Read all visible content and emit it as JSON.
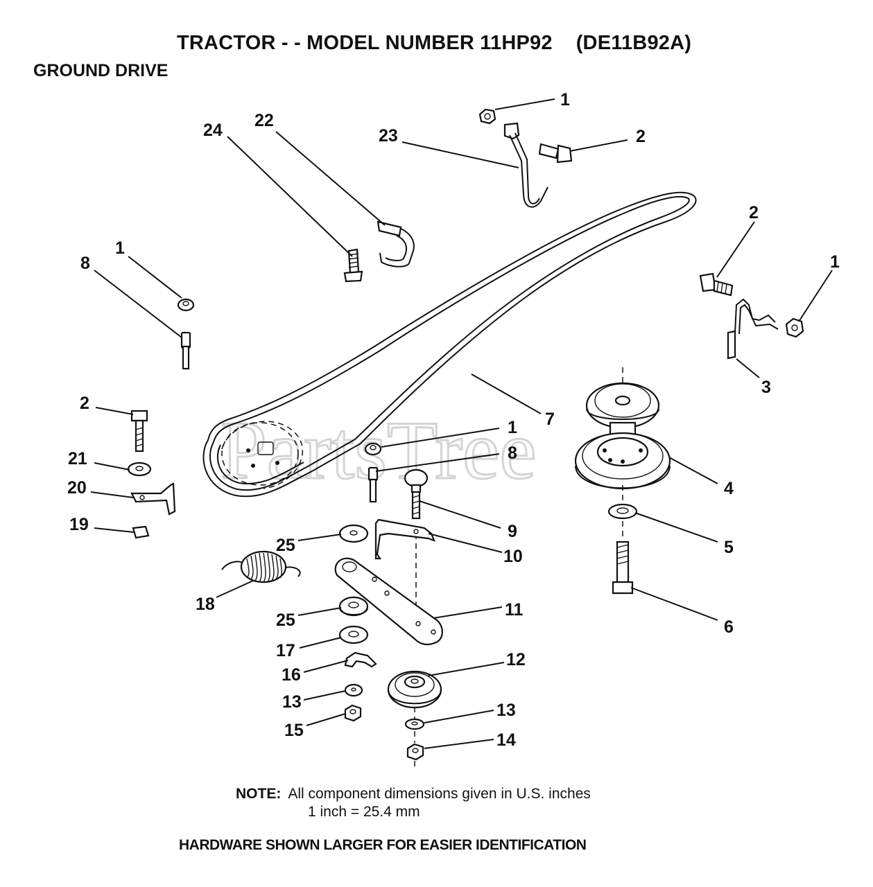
{
  "header": {
    "title": "TRACTOR - - MODEL NUMBER 11HP92",
    "model_code": "(DE11B92A)",
    "section": "GROUND DRIVE"
  },
  "watermark": "PartsTree",
  "callouts": [
    {
      "id": "c1a",
      "label": "1"
    },
    {
      "id": "c2a",
      "label": "2"
    },
    {
      "id": "c23",
      "label": "23"
    },
    {
      "id": "c22",
      "label": "22"
    },
    {
      "id": "c24",
      "label": "24"
    },
    {
      "id": "c2b",
      "label": "2"
    },
    {
      "id": "c1b",
      "label": "1"
    },
    {
      "id": "c1c",
      "label": "1"
    },
    {
      "id": "c8a",
      "label": "8"
    },
    {
      "id": "c3",
      "label": "3"
    },
    {
      "id": "c2c",
      "label": "2"
    },
    {
      "id": "c7",
      "label": "7"
    },
    {
      "id": "c1d",
      "label": "1"
    },
    {
      "id": "c8b",
      "label": "8"
    },
    {
      "id": "c21",
      "label": "21"
    },
    {
      "id": "c20",
      "label": "20"
    },
    {
      "id": "c4",
      "label": "4"
    },
    {
      "id": "c19",
      "label": "19"
    },
    {
      "id": "c9",
      "label": "9"
    },
    {
      "id": "c25a",
      "label": "25"
    },
    {
      "id": "c10",
      "label": "10"
    },
    {
      "id": "c5",
      "label": "5"
    },
    {
      "id": "c18",
      "label": "18"
    },
    {
      "id": "c11",
      "label": "11"
    },
    {
      "id": "c25b",
      "label": "25"
    },
    {
      "id": "c6",
      "label": "6"
    },
    {
      "id": "c17",
      "label": "17"
    },
    {
      "id": "c12",
      "label": "12"
    },
    {
      "id": "c16",
      "label": "16"
    },
    {
      "id": "c13a",
      "label": "13"
    },
    {
      "id": "c13b",
      "label": "13"
    },
    {
      "id": "c15",
      "label": "15"
    },
    {
      "id": "c14",
      "label": "14"
    }
  ],
  "note": {
    "label": "NOTE:",
    "line1": "All component dimensions given in U.S. inches",
    "line2": "1 inch = 25.4 mm"
  },
  "footer": "HARDWARE SHOWN LARGER FOR EASIER IDENTIFICATION"
}
